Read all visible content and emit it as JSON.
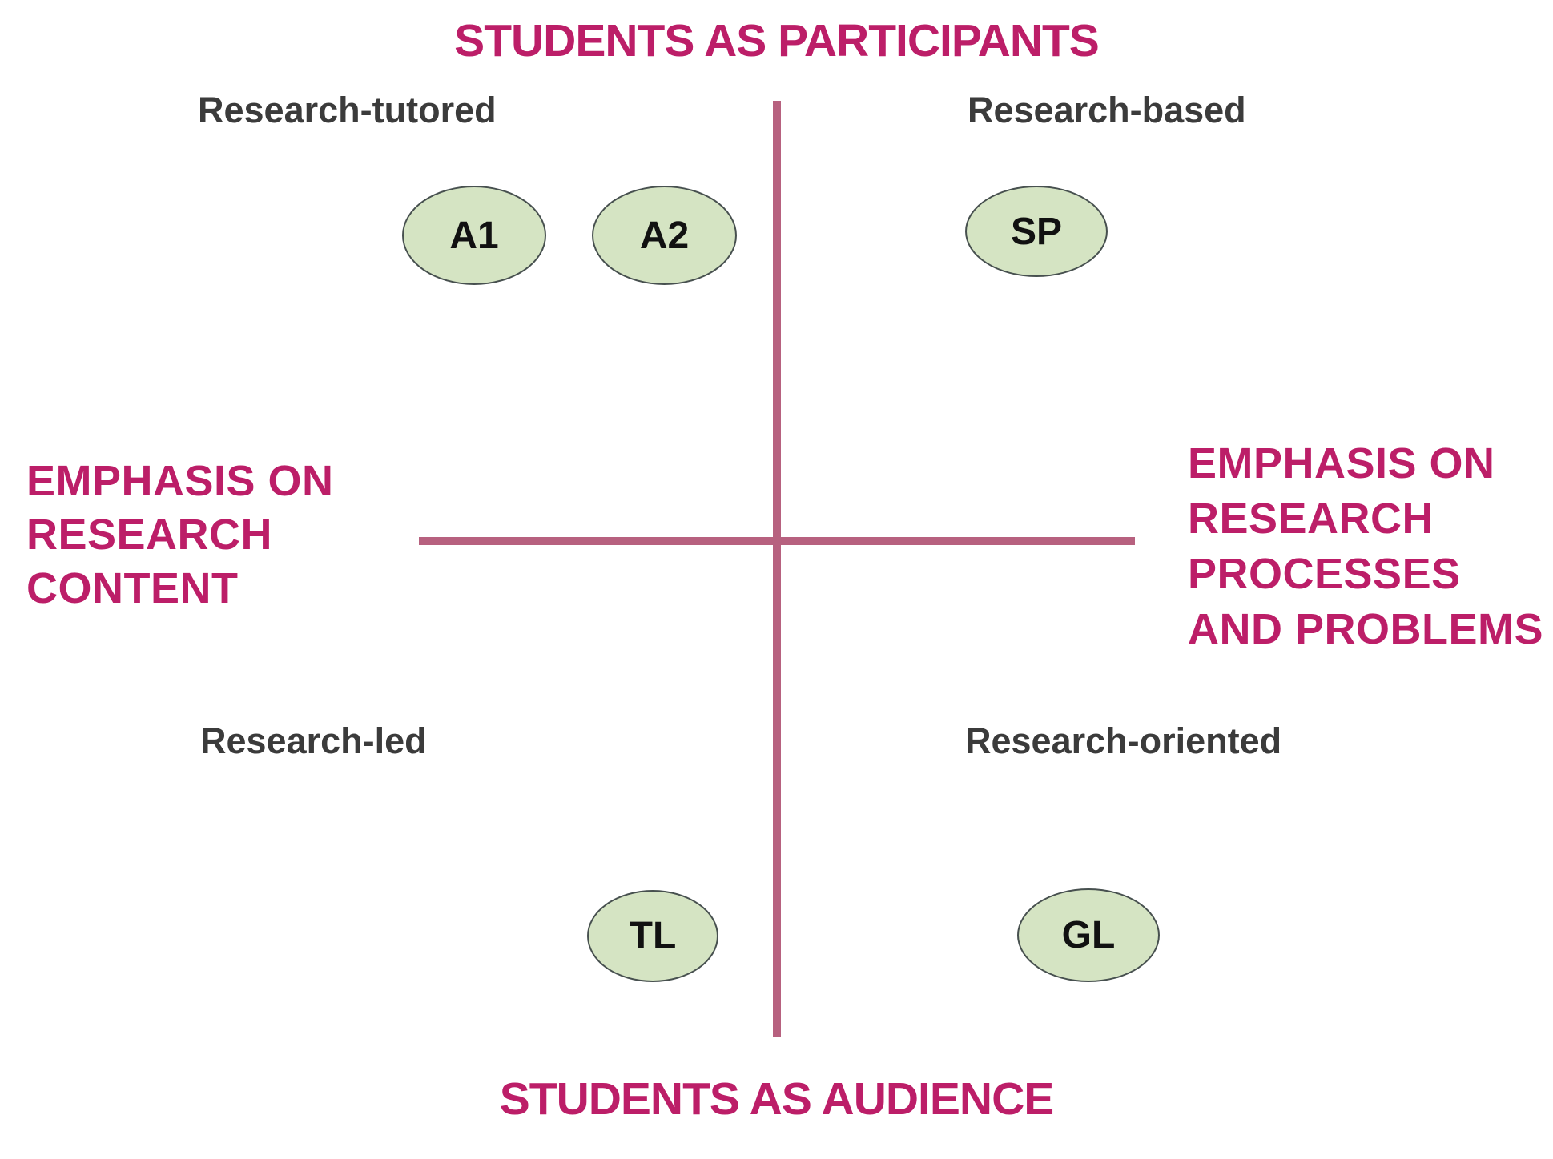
{
  "colors": {
    "magenta": "#bc1e68",
    "axis": "#b7617f",
    "quadrant_label": "#3b3b3b",
    "node_fill": "#d5e4c3",
    "node_border": "#47504f",
    "node_text": "#111111",
    "background": "#ffffff"
  },
  "axes": {
    "top_label": "STUDENTS AS PARTICIPANTS",
    "bottom_label": "STUDENTS AS AUDIENCE",
    "left_label_lines": [
      "EMPHASIS ON",
      "RESEARCH",
      "CONTENT"
    ],
    "right_label_lines": [
      "EMPHASIS ON",
      "RESEARCH",
      "PROCESSES",
      "AND PROBLEMS"
    ]
  },
  "quadrants": {
    "top_left": "Research-tutored",
    "top_right": "Research-based",
    "bottom_left": "Research-led",
    "bottom_right": "Research-oriented"
  },
  "nodes": [
    {
      "label": "A1",
      "quadrant": "top_left"
    },
    {
      "label": "A2",
      "quadrant": "top_left"
    },
    {
      "label": "SP",
      "quadrant": "top_right"
    },
    {
      "label": "TL",
      "quadrant": "bottom_left"
    },
    {
      "label": "GL",
      "quadrant": "bottom_right"
    }
  ]
}
